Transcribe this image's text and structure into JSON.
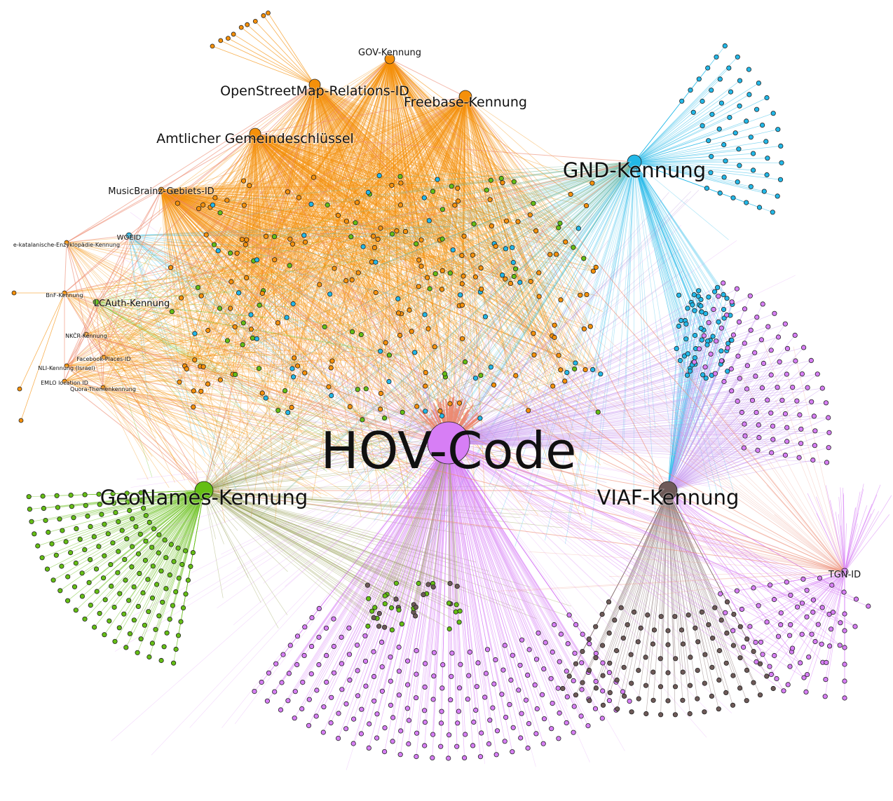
{
  "diagram": {
    "type": "network-graph",
    "colors": {
      "orange": "#f5900a",
      "cyan": "#22b8e8",
      "green": "#64be14",
      "magenta": "#d77ef5",
      "brown": "#6e5a58",
      "salmon": "#ec8a72",
      "olive": "#9aa258"
    },
    "hubs": [
      {
        "id": "hov",
        "label": "HOV-Code",
        "color": "magenta"
      },
      {
        "id": "geonames",
        "label": "GeoNames-Kennung",
        "color": "green"
      },
      {
        "id": "viaf",
        "label": "VIAF-Kennung",
        "color": "brown"
      },
      {
        "id": "gnd",
        "label": "GND-Kennung",
        "color": "cyan"
      },
      {
        "id": "freebase",
        "label": "Freebase-Kennung",
        "color": "orange"
      },
      {
        "id": "osm",
        "label": "OpenStreetMap-Relations-ID",
        "color": "orange"
      },
      {
        "id": "gov",
        "label": "GOV-Kennung",
        "color": "orange"
      },
      {
        "id": "ags",
        "label": "Amtlicher Gemeindeschlüssel",
        "color": "orange"
      },
      {
        "id": "musicbrainz",
        "label": "MusicBrainz-Gebiets-ID",
        "color": "orange"
      },
      {
        "id": "lcauth",
        "label": "LCAuth-Kennung",
        "color": "green"
      },
      {
        "id": "tgn",
        "label": "TGN-ID",
        "color": "magenta"
      },
      {
        "id": "woeid",
        "label": "WOEID",
        "color": "cyan"
      },
      {
        "id": "catalan",
        "label": "e-katalanische-Enzyklopädie-Kennung",
        "color": "orange"
      },
      {
        "id": "bnf",
        "label": "BnF-Kennung",
        "color": "orange"
      },
      {
        "id": "nkcr",
        "label": "NKČR-Kennung",
        "color": "orange"
      },
      {
        "id": "facebook",
        "label": "Facebook-Places-ID",
        "color": "orange"
      },
      {
        "id": "nli",
        "label": "NLI-Kennung (Israel)",
        "color": "orange"
      },
      {
        "id": "emlo",
        "label": "EMLO location ID",
        "color": "orange"
      },
      {
        "id": "quora",
        "label": "Quora-Themenkennung",
        "color": "orange"
      }
    ]
  }
}
